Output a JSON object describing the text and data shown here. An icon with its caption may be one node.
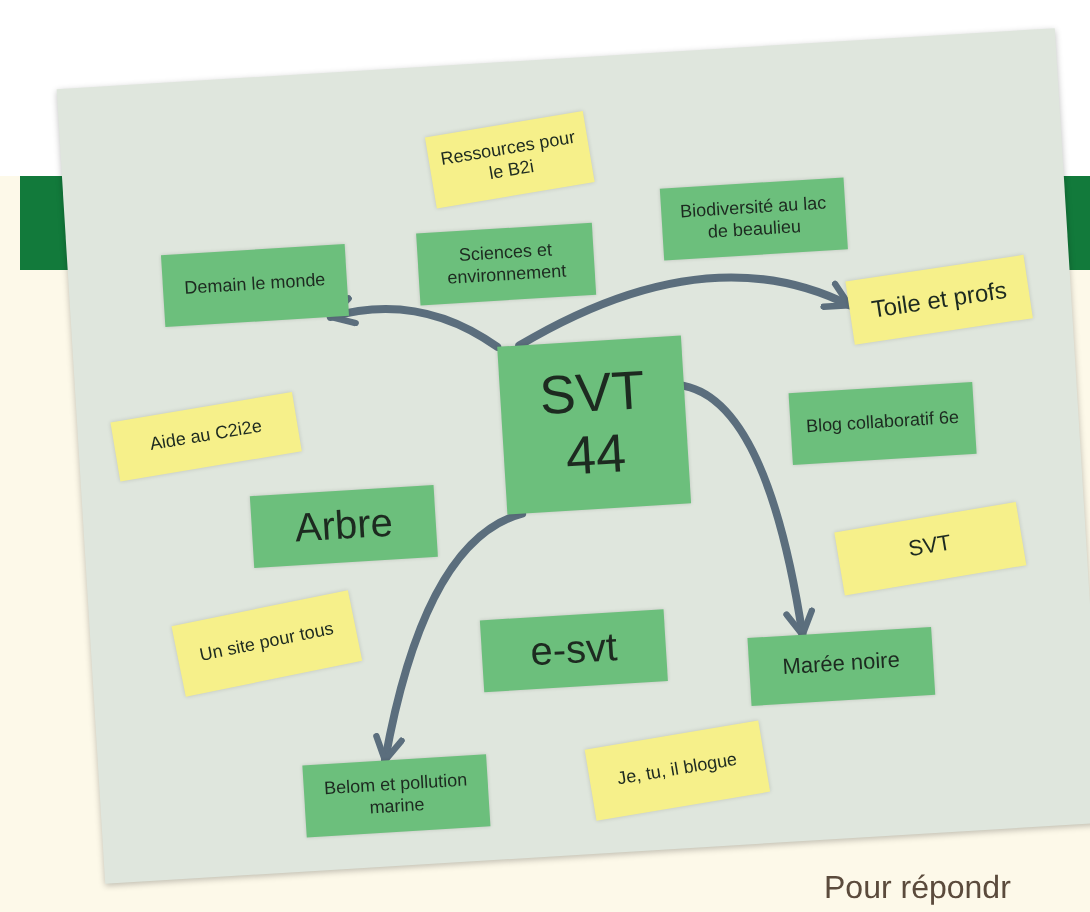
{
  "diagram": {
    "nodes": [
      {
        "text": [
          "Ressources pour le B2i"
        ]
      },
      {
        "text": [
          "Demain le monde"
        ]
      },
      {
        "text": [
          "Sciences et environnement"
        ]
      },
      {
        "text": [
          "Biodiversité au lac de beaulieu"
        ]
      },
      {
        "text": [
          "Toile et profs"
        ]
      },
      {
        "text": [
          "Aide au C2i2e"
        ]
      },
      {
        "text": [
          "SVT 44"
        ]
      },
      {
        "text": [
          "Blog collaboratif 6e"
        ]
      },
      {
        "text": [
          "Arbre"
        ]
      },
      {
        "text": [
          "SVT"
        ]
      },
      {
        "text": [
          "Un site pour tous"
        ]
      },
      {
        "text": [
          "e-svt"
        ]
      },
      {
        "text": [
          "Marée noire"
        ]
      },
      {
        "text": [
          "Belom et pollution marine"
        ]
      },
      {
        "text": [
          "Je, tu, il blogue"
        ]
      }
    ],
    "edges": [
      {
        "from": 6,
        "to": 1,
        "arrow": "to"
      },
      {
        "from": 6,
        "to": 4,
        "arrow": "to"
      },
      {
        "from": 6,
        "to": 12,
        "arrow": "to"
      },
      {
        "from": 6,
        "to": 13,
        "arrow": "to"
      }
    ],
    "labels": [
      "Pour répondr"
    ]
  }
}
